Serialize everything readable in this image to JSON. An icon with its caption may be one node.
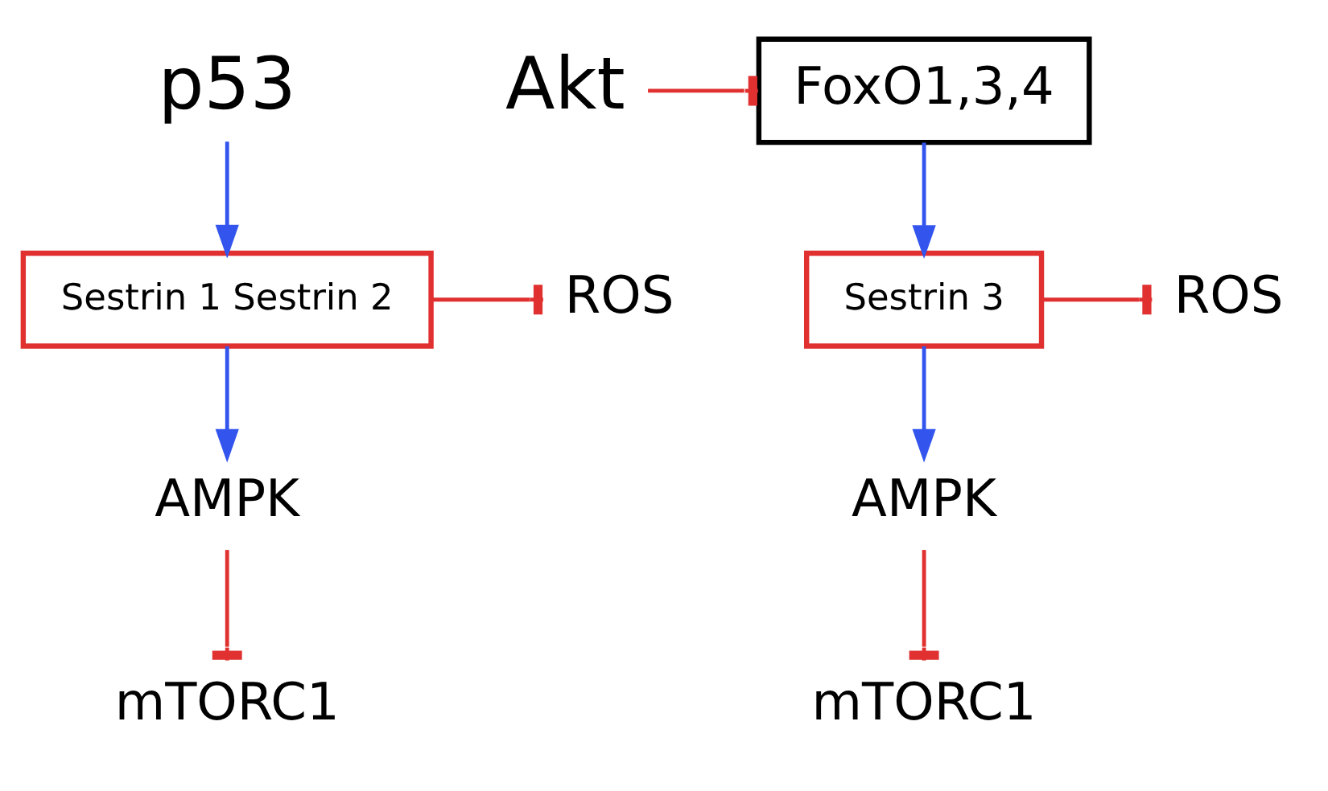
{
  "diagram": {
    "nodes": [
      {
        "text": [
          "p53"
        ]
      },
      {
        "text": [
          "Sestrin 1 Sestrin 2"
        ]
      },
      {
        "text": [
          "ROS"
        ]
      },
      {
        "text": [
          "AMPK"
        ]
      },
      {
        "text": [
          "mTORC1"
        ]
      },
      {
        "text": [
          "Akt"
        ]
      },
      {
        "text": [
          "FoxO1,3,4"
        ]
      },
      {
        "text": [
          "Sestrin 3"
        ]
      },
      {
        "text": [
          "ROS"
        ]
      },
      {
        "text": [
          "AMPK"
        ]
      },
      {
        "text": [
          "mTORC1"
        ]
      }
    ],
    "edges": [
      {
        "from": 0,
        "to": 1,
        "arrow": "to",
        "color": "#3355ee"
      },
      {
        "from": 1,
        "to": 2,
        "arrow": "other"
      },
      {
        "from": 1,
        "to": 3,
        "arrow": "to",
        "color": "#3355ee"
      },
      {
        "from": 3,
        "to": 4,
        "arrow": "other"
      },
      {
        "from": 5,
        "to": 6,
        "arrow": "other"
      },
      {
        "from": 6,
        "to": 7,
        "arrow": "to",
        "color": "#3355ee"
      },
      {
        "from": 7,
        "to": 8,
        "arrow": "other"
      },
      {
        "from": 7,
        "to": 9,
        "arrow": "to",
        "color": "#3355ee"
      },
      {
        "from": 9,
        "to": 10,
        "arrow": "other"
      }
    ]
  }
}
